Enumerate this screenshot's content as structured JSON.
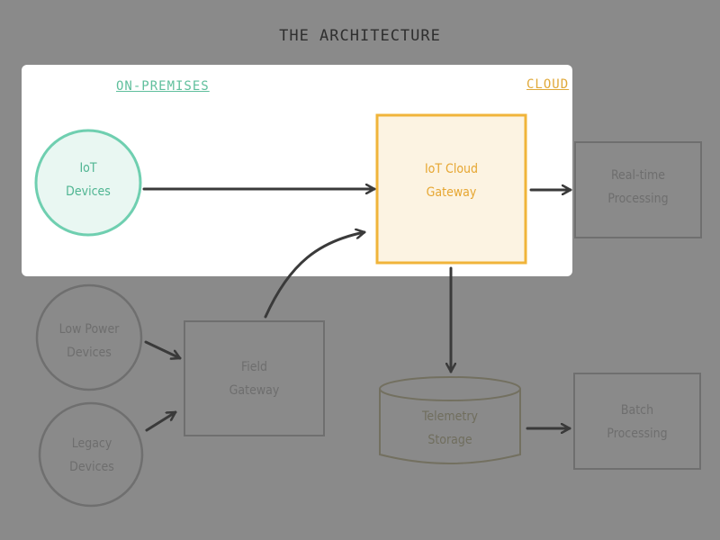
{
  "title": "THE ARCHITECTURE",
  "zones": {
    "on_premises": "ON-PREMISES",
    "cloud": "CLOUD"
  },
  "nodes": {
    "iot_devices": [
      "IoT",
      "Devices"
    ],
    "iot_cloud_gateway": [
      "IoT Cloud",
      "Gateway"
    ],
    "realtime_processing": [
      "Real-time",
      "Processing"
    ],
    "low_power_devices": [
      "Low Power",
      "Devices"
    ],
    "legacy_devices": [
      "Legacy",
      "Devices"
    ],
    "field_gateway": [
      "Field",
      "Gateway"
    ],
    "telemetry_storage": [
      "Telemetry",
      "Storage"
    ],
    "batch_processing": [
      "Batch",
      "Processing"
    ]
  },
  "colors": {
    "background": "#8a8a8a",
    "highlight_panel": "#ffffff",
    "device_accent": "#6fcfb0",
    "gateway_accent": "#f0b43a",
    "dim_stroke": "#6f6f6f",
    "arrow": "#3a3a3a"
  }
}
